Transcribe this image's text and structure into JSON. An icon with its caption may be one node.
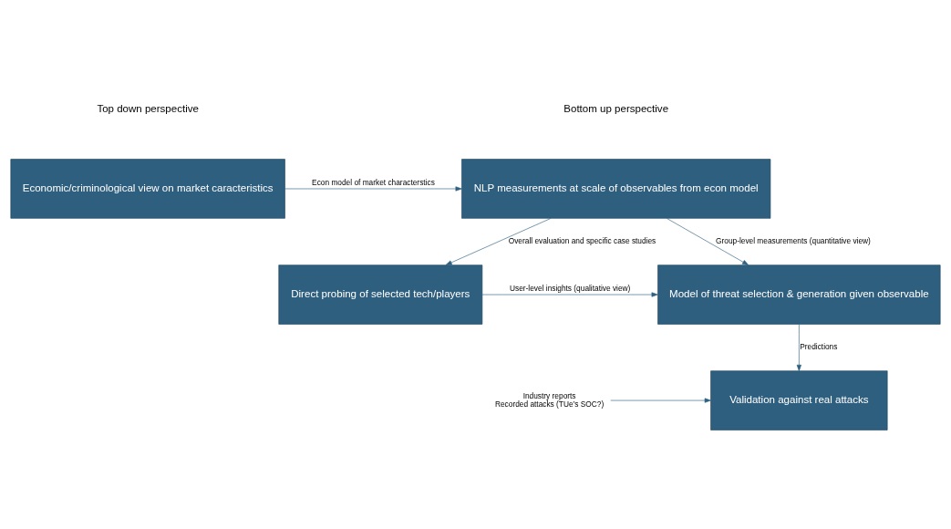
{
  "diagram": {
    "nodes": [
      {
        "text": [
          "Economic/criminological view on market caracteristics"
        ]
      },
      {
        "text": [
          "NLP measurements at scale of observables from econ model"
        ]
      },
      {
        "text": [
          "Model of threat selection & generation given observable"
        ]
      },
      {
        "text": [
          "Direct probing of selected tech/players"
        ]
      },
      {
        "text": [
          "Validation against real attacks"
        ]
      },
      {
        "text": [
          "Industry reports",
          "Recorded attacks (TUe’s SOC?)"
        ]
      }
    ],
    "edges": [
      {
        "from": 0,
        "to": 1,
        "arrow": "to",
        "label": "Econ model of market characterstics"
      },
      {
        "from": 1,
        "to": 2,
        "arrow": "to",
        "label": "Group-level measurements (quantitative view)"
      },
      {
        "from": 1,
        "to": 3,
        "arrow": "to",
        "label": "Overall evaluation and specific case studies"
      },
      {
        "from": 3,
        "to": 2,
        "arrow": "to",
        "label": "User-level insights (qualitative view)"
      },
      {
        "from": 2,
        "to": 4,
        "arrow": "to",
        "label": "Predictions"
      },
      {
        "from": 5,
        "to": 4,
        "arrow": "to"
      }
    ],
    "labels": [
      "Top down perspective",
      "Bottom up perspective"
    ]
  }
}
